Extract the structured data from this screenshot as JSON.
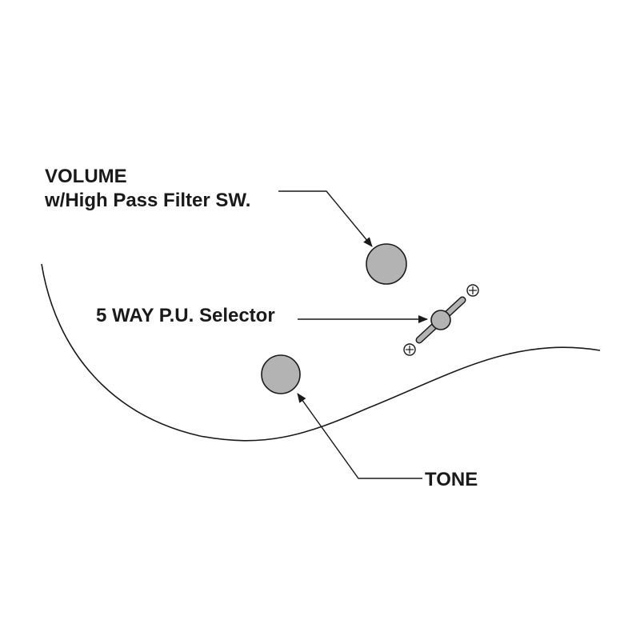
{
  "labels": {
    "volume_line1": "VOLUME",
    "volume_line2": "w/High Pass Filter SW.",
    "selector": "5 WAY P.U. Selector",
    "tone": "TONE"
  },
  "colors": {
    "knob_fill": "#b3b3b3",
    "line": "#1a1a1a",
    "background": "#ffffff"
  }
}
